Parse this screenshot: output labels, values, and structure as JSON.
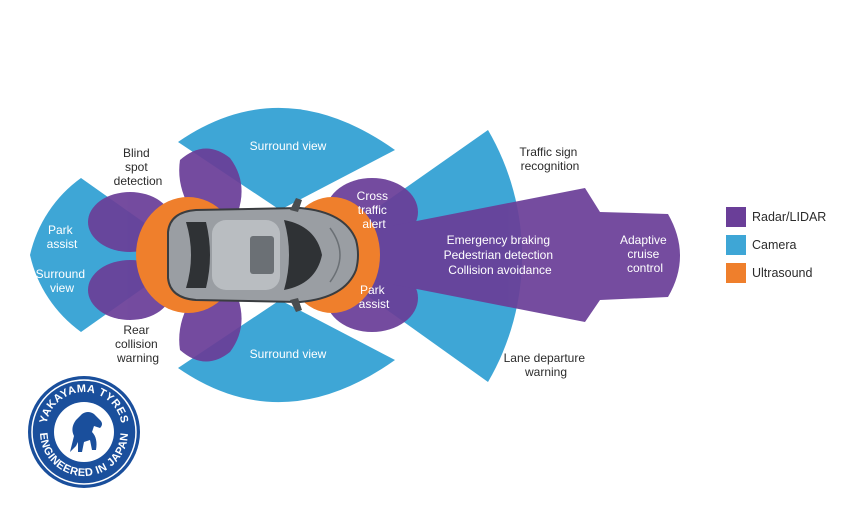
{
  "colors": {
    "radar": "#6a3e98",
    "camera": "#3ea6d6",
    "ultrasound": "#ef7f2c",
    "logo_blue": "#1a4f9c"
  },
  "legend": [
    {
      "label": "Radar/LIDAR",
      "color": "#6a3e98"
    },
    {
      "label": "Camera",
      "color": "#3ea6d6"
    },
    {
      "label": "Ultrasound",
      "color": "#ef7f2c"
    }
  ],
  "labels": {
    "blind_spot": [
      "Blind",
      "spot",
      "detection"
    ],
    "surround_top": "Surround view",
    "surround_bottom": "Surround view",
    "surround_left": [
      "Surround",
      "view"
    ],
    "park_assist_left": [
      "Park",
      "assist"
    ],
    "rear_collision": [
      "Rear",
      "collision",
      "warning"
    ],
    "cross_traffic": [
      "Cross",
      "traffic",
      "alert"
    ],
    "park_assist_right": [
      "Park",
      "assist"
    ],
    "traffic_sign": [
      "Traffic sign",
      "recognition"
    ],
    "emergency": [
      "Emergency braking",
      "Pedestrian detection",
      "Collision avoidance"
    ],
    "adaptive": [
      "Adaptive",
      "cruise",
      "control"
    ],
    "lane_departure": [
      "Lane departure",
      "warning"
    ]
  },
  "logo": {
    "top_text": "YAKAYAMA TYRES",
    "bottom_text": "ENGINEERED IN JAPAN",
    "emblem": "horse-icon"
  }
}
